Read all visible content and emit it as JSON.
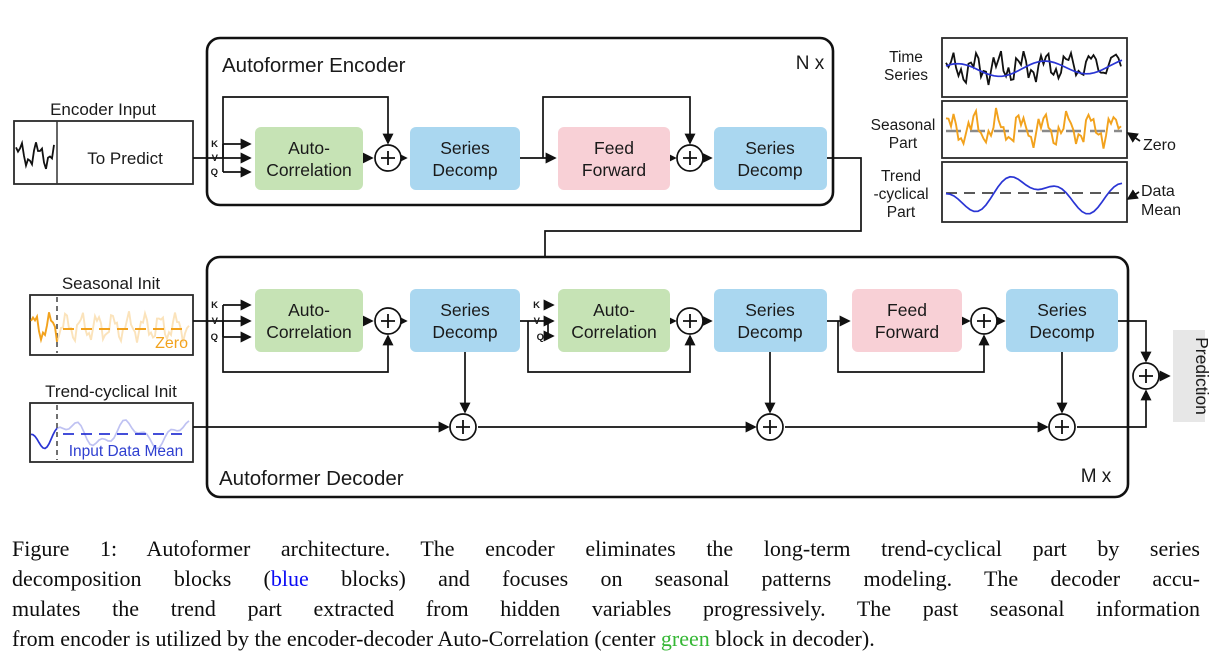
{
  "palette": {
    "block_green": "#c6e3b5",
    "block_blue": "#aad7f0",
    "block_pink": "#f8d0d6",
    "series_orange": "#f2a21d",
    "series_blue": "#2a35d4",
    "init_text_blue": "#2f3fd0",
    "dash_gray": "#8a8a8a",
    "prediction_bg": "#e7e7e7",
    "caption_blue": "#0b0bf5",
    "caption_green": "#35b735"
  },
  "diagram": {
    "encoder_title": "Autoformer Encoder",
    "encoder_repeat": "N x",
    "decoder_title": "Autoformer Decoder",
    "decoder_repeat": "M x",
    "encoder_input": {
      "label": "Encoder Input",
      "value": "To Predict"
    },
    "seasonal_init": {
      "label": "Seasonal Init",
      "zero": "Zero"
    },
    "trend_init": {
      "label": "Trend-cyclical Init",
      "value": "Input Data Mean"
    },
    "kvq": [
      "K",
      "V",
      "Q"
    ],
    "blocks": {
      "auto_correlation": [
        "Auto-",
        "Correlation"
      ],
      "series_decomp": [
        "Series",
        "Decomp"
      ],
      "feed_forward": [
        "Feed",
        "Forward"
      ]
    },
    "prediction": "Prediction",
    "panels": {
      "time_series": [
        "Time",
        "Series"
      ],
      "seasonal_part": [
        "Seasonal",
        "Part"
      ],
      "trend_cyclical": [
        "Trend",
        "-cyclical",
        "Part"
      ],
      "zero": "Zero",
      "data_mean": [
        "Data",
        "Mean"
      ]
    }
  },
  "caption": {
    "lines": [
      {
        "segments": [
          {
            "t": "Figure 1: Autoformer architecture. The encoder eliminates the long-term trend-cyclical part by series"
          }
        ]
      },
      {
        "segments": [
          {
            "t": "decomposition blocks ("
          },
          {
            "t": "blue",
            "c": "#0b0bf5"
          },
          {
            "t": " blocks) and focuses on seasonal patterns modeling. The decoder accu-"
          }
        ]
      },
      {
        "segments": [
          {
            "t": "mulates the trend part extracted from hidden variables progressively. The past seasonal information"
          }
        ]
      },
      {
        "segments": [
          {
            "t": "from encoder is utilized by the encoder-decoder Auto-Correlation (center "
          },
          {
            "t": "green",
            "c": "#35b735"
          },
          {
            "t": " block in decoder)."
          }
        ]
      }
    ]
  }
}
